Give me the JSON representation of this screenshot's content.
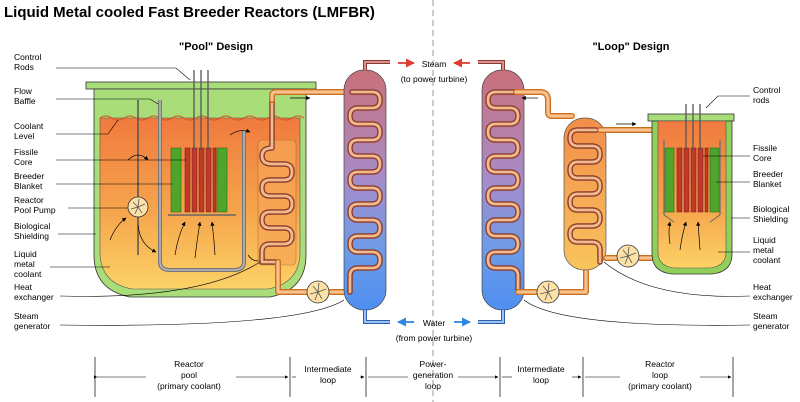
{
  "title": "Liquid Metal cooled Fast Breeder Reactors (LMFBR)",
  "pool_design": {
    "heading": "\"Pool\" Design",
    "labels": {
      "control_rods": [
        "Control",
        "Rods"
      ],
      "flow_baffle": [
        "Flow",
        "Baffle"
      ],
      "coolant_level": [
        "Coolant",
        "Level"
      ],
      "fissile_core": [
        "Fissile",
        "Core"
      ],
      "breeder_blanket": [
        "Breeder",
        "Blanket"
      ],
      "pool_pump": [
        "Reactor",
        "Pool Pump"
      ],
      "biological_shielding": [
        "Biological",
        "Shielding"
      ],
      "liquid_metal_coolant": [
        "Liquid",
        "metal",
        "coolant"
      ],
      "heat_exchanger": [
        "Heat",
        "exchanger"
      ],
      "steam_generator": [
        "Steam",
        "generator"
      ]
    }
  },
  "loop_design": {
    "heading": "\"Loop\" Design",
    "labels": {
      "control_rods": [
        "Control",
        "rods"
      ],
      "fissile_core": [
        "Fissile",
        "Core"
      ],
      "breeder_blanket": [
        "Breeder",
        "Blanket"
      ],
      "biological_shielding": [
        "Biological",
        "Shielding"
      ],
      "liquid_metal_coolant": [
        "Liquid",
        "metal",
        "coolant"
      ],
      "heat_exchanger": [
        "Heat",
        "exchanger"
      ],
      "steam_generator": [
        "Steam",
        "generator"
      ]
    }
  },
  "center": {
    "steam": "Steam",
    "steam_note": "(to power turbine)",
    "water": "Water",
    "water_note": "(from power turbine)"
  },
  "bottom_sections": [
    [
      "Reactor",
      "pool",
      "(primary coolant)"
    ],
    [
      "Intermediate",
      "loop"
    ],
    [
      "Power-",
      "generation",
      "loop"
    ],
    [
      "Intermediate",
      "loop"
    ],
    [
      "Reactor",
      "loop",
      "(primary coolant)"
    ]
  ],
  "colors": {
    "steam_arrow": "#e03c31",
    "water_arrow": "#2f88e0",
    "pipe_outline": "#cc6e1e",
    "tank_green": "#a8dd7a",
    "shield_green": "#8fcf5a",
    "fuel_red": "#c0392b",
    "blanket_green": "#4fa52c"
  }
}
